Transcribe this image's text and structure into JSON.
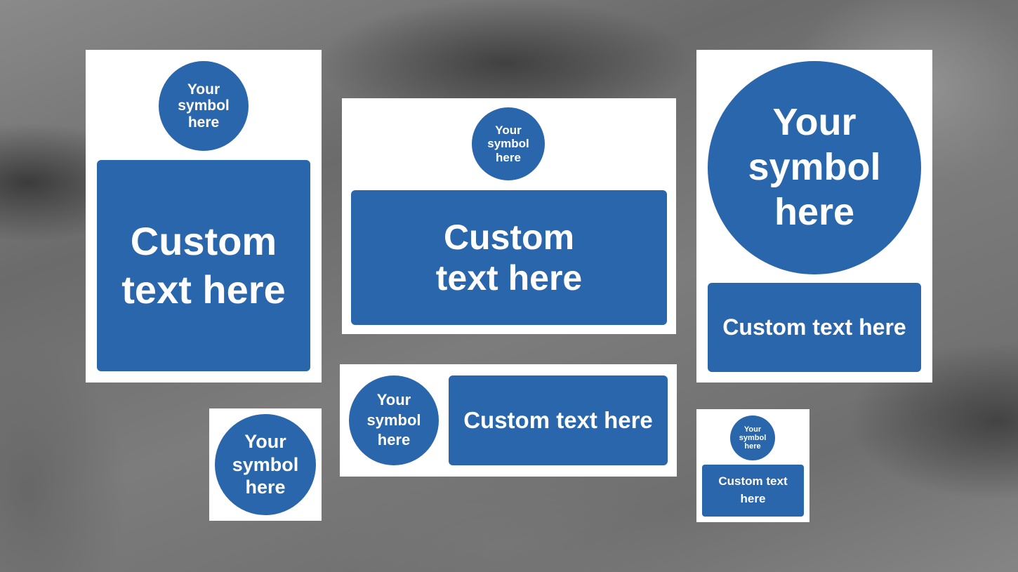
{
  "colors": {
    "sign_blue": "#2a66ab",
    "sign_white": "#ffffff",
    "text_white": "#ffffff",
    "background_grey": "#777777"
  },
  "signs": {
    "tall_left": {
      "symbol_text": "Your symbol here",
      "panel_text": "Custom text here"
    },
    "wide_center": {
      "symbol_text": "Your symbol here",
      "panel_text": "Custom text here"
    },
    "tall_right": {
      "symbol_text": "Your symbol here",
      "panel_text": "Custom text here"
    },
    "small_square": {
      "symbol_text": "Your symbol here"
    },
    "landscape_strip": {
      "symbol_text": "Your symbol here",
      "panel_text": "Custom text here"
    },
    "small_right": {
      "symbol_text": "Your symbol here",
      "panel_text": "Custom text here"
    }
  }
}
